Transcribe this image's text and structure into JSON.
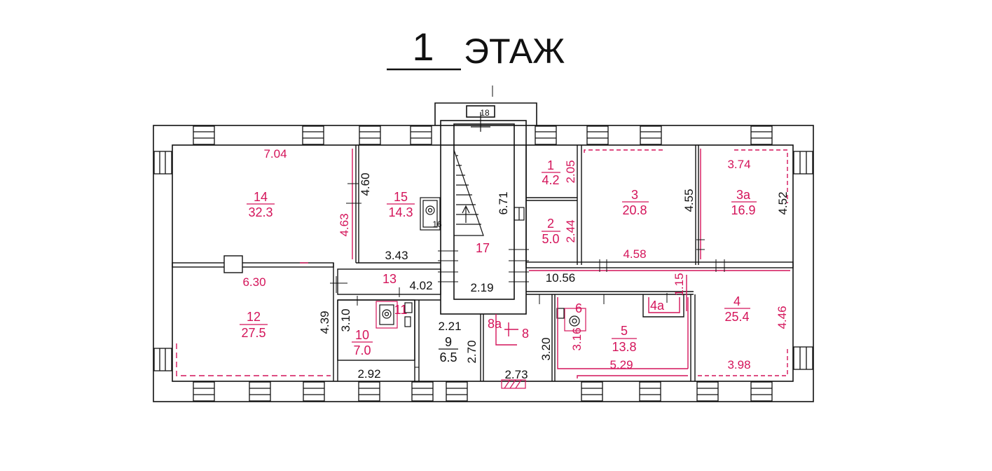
{
  "title": {
    "number": "1",
    "word": "ЭТАЖ"
  },
  "rooms": [
    {
      "id": "room-1",
      "num": "1",
      "area": "4.2"
    },
    {
      "id": "room-2",
      "num": "2",
      "area": "5.0"
    },
    {
      "id": "room-3",
      "num": "3",
      "area": "20.8"
    },
    {
      "id": "room-3a",
      "num": "3а",
      "area": "16.9"
    },
    {
      "id": "room-4",
      "num": "4",
      "area": "25.4"
    },
    {
      "id": "room-5",
      "num": "5",
      "area": "13.8"
    },
    {
      "id": "room-9",
      "num": "9",
      "area": "6.5"
    },
    {
      "id": "room-10",
      "num": "10",
      "area": "7.0"
    },
    {
      "id": "room-12",
      "num": "12",
      "area": "27.5"
    },
    {
      "id": "room-14",
      "num": "14",
      "area": "32.3"
    },
    {
      "id": "room-15",
      "num": "15",
      "area": "14.3"
    }
  ],
  "labels": [
    {
      "id": "room-17-label",
      "text": "17"
    },
    {
      "id": "room-13-label",
      "text": "13"
    },
    {
      "id": "room-11-label",
      "text": "11"
    },
    {
      "id": "room-8-label",
      "text": "8"
    },
    {
      "id": "room-8a-label",
      "text": "8а"
    },
    {
      "id": "room-6-label",
      "text": "6"
    },
    {
      "id": "room-4a-label",
      "text": "4а"
    },
    {
      "id": "room-18-label",
      "text": "18"
    },
    {
      "id": "room-16-label",
      "text": "16"
    }
  ],
  "dimensions": [
    {
      "id": "dim-7-04",
      "text": "7.04"
    },
    {
      "id": "dim-4-60",
      "text": "4.60"
    },
    {
      "id": "dim-4-63",
      "text": "4.63"
    },
    {
      "id": "dim-3-43",
      "text": "3.43"
    },
    {
      "id": "dim-6-71",
      "text": "6.71"
    },
    {
      "id": "dim-2-05",
      "text": "2.05"
    },
    {
      "id": "dim-2-44",
      "text": "2.44"
    },
    {
      "id": "dim-4-55",
      "text": "4.55"
    },
    {
      "id": "dim-3-74",
      "text": "3.74"
    },
    {
      "id": "dim-4-52",
      "text": "4.52"
    },
    {
      "id": "dim-4-58",
      "text": "4.58"
    },
    {
      "id": "dim-10-56",
      "text": "10.56"
    },
    {
      "id": "dim-1-15",
      "text": "1.15"
    },
    {
      "id": "dim-4-46",
      "text": "4.46"
    },
    {
      "id": "dim-6-30",
      "text": "6.30"
    },
    {
      "id": "dim-4-02",
      "text": "4.02"
    },
    {
      "id": "dim-2-19",
      "text": "2.19"
    },
    {
      "id": "dim-4-39",
      "text": "4.39"
    },
    {
      "id": "dim-3-10",
      "text": "3.10"
    },
    {
      "id": "dim-2-92",
      "text": "2.92"
    },
    {
      "id": "dim-2-21",
      "text": "2.21"
    },
    {
      "id": "dim-2-70",
      "text": "2.70"
    },
    {
      "id": "dim-3-20",
      "text": "3.20"
    },
    {
      "id": "dim-2-73",
      "text": "2.73"
    },
    {
      "id": "dim-3-16",
      "text": "3.16"
    },
    {
      "id": "dim-5-29",
      "text": "5.29"
    },
    {
      "id": "dim-3-98",
      "text": "3.98"
    }
  ],
  "colors": {
    "wall": "#111111",
    "annotation": "#d4145a"
  }
}
